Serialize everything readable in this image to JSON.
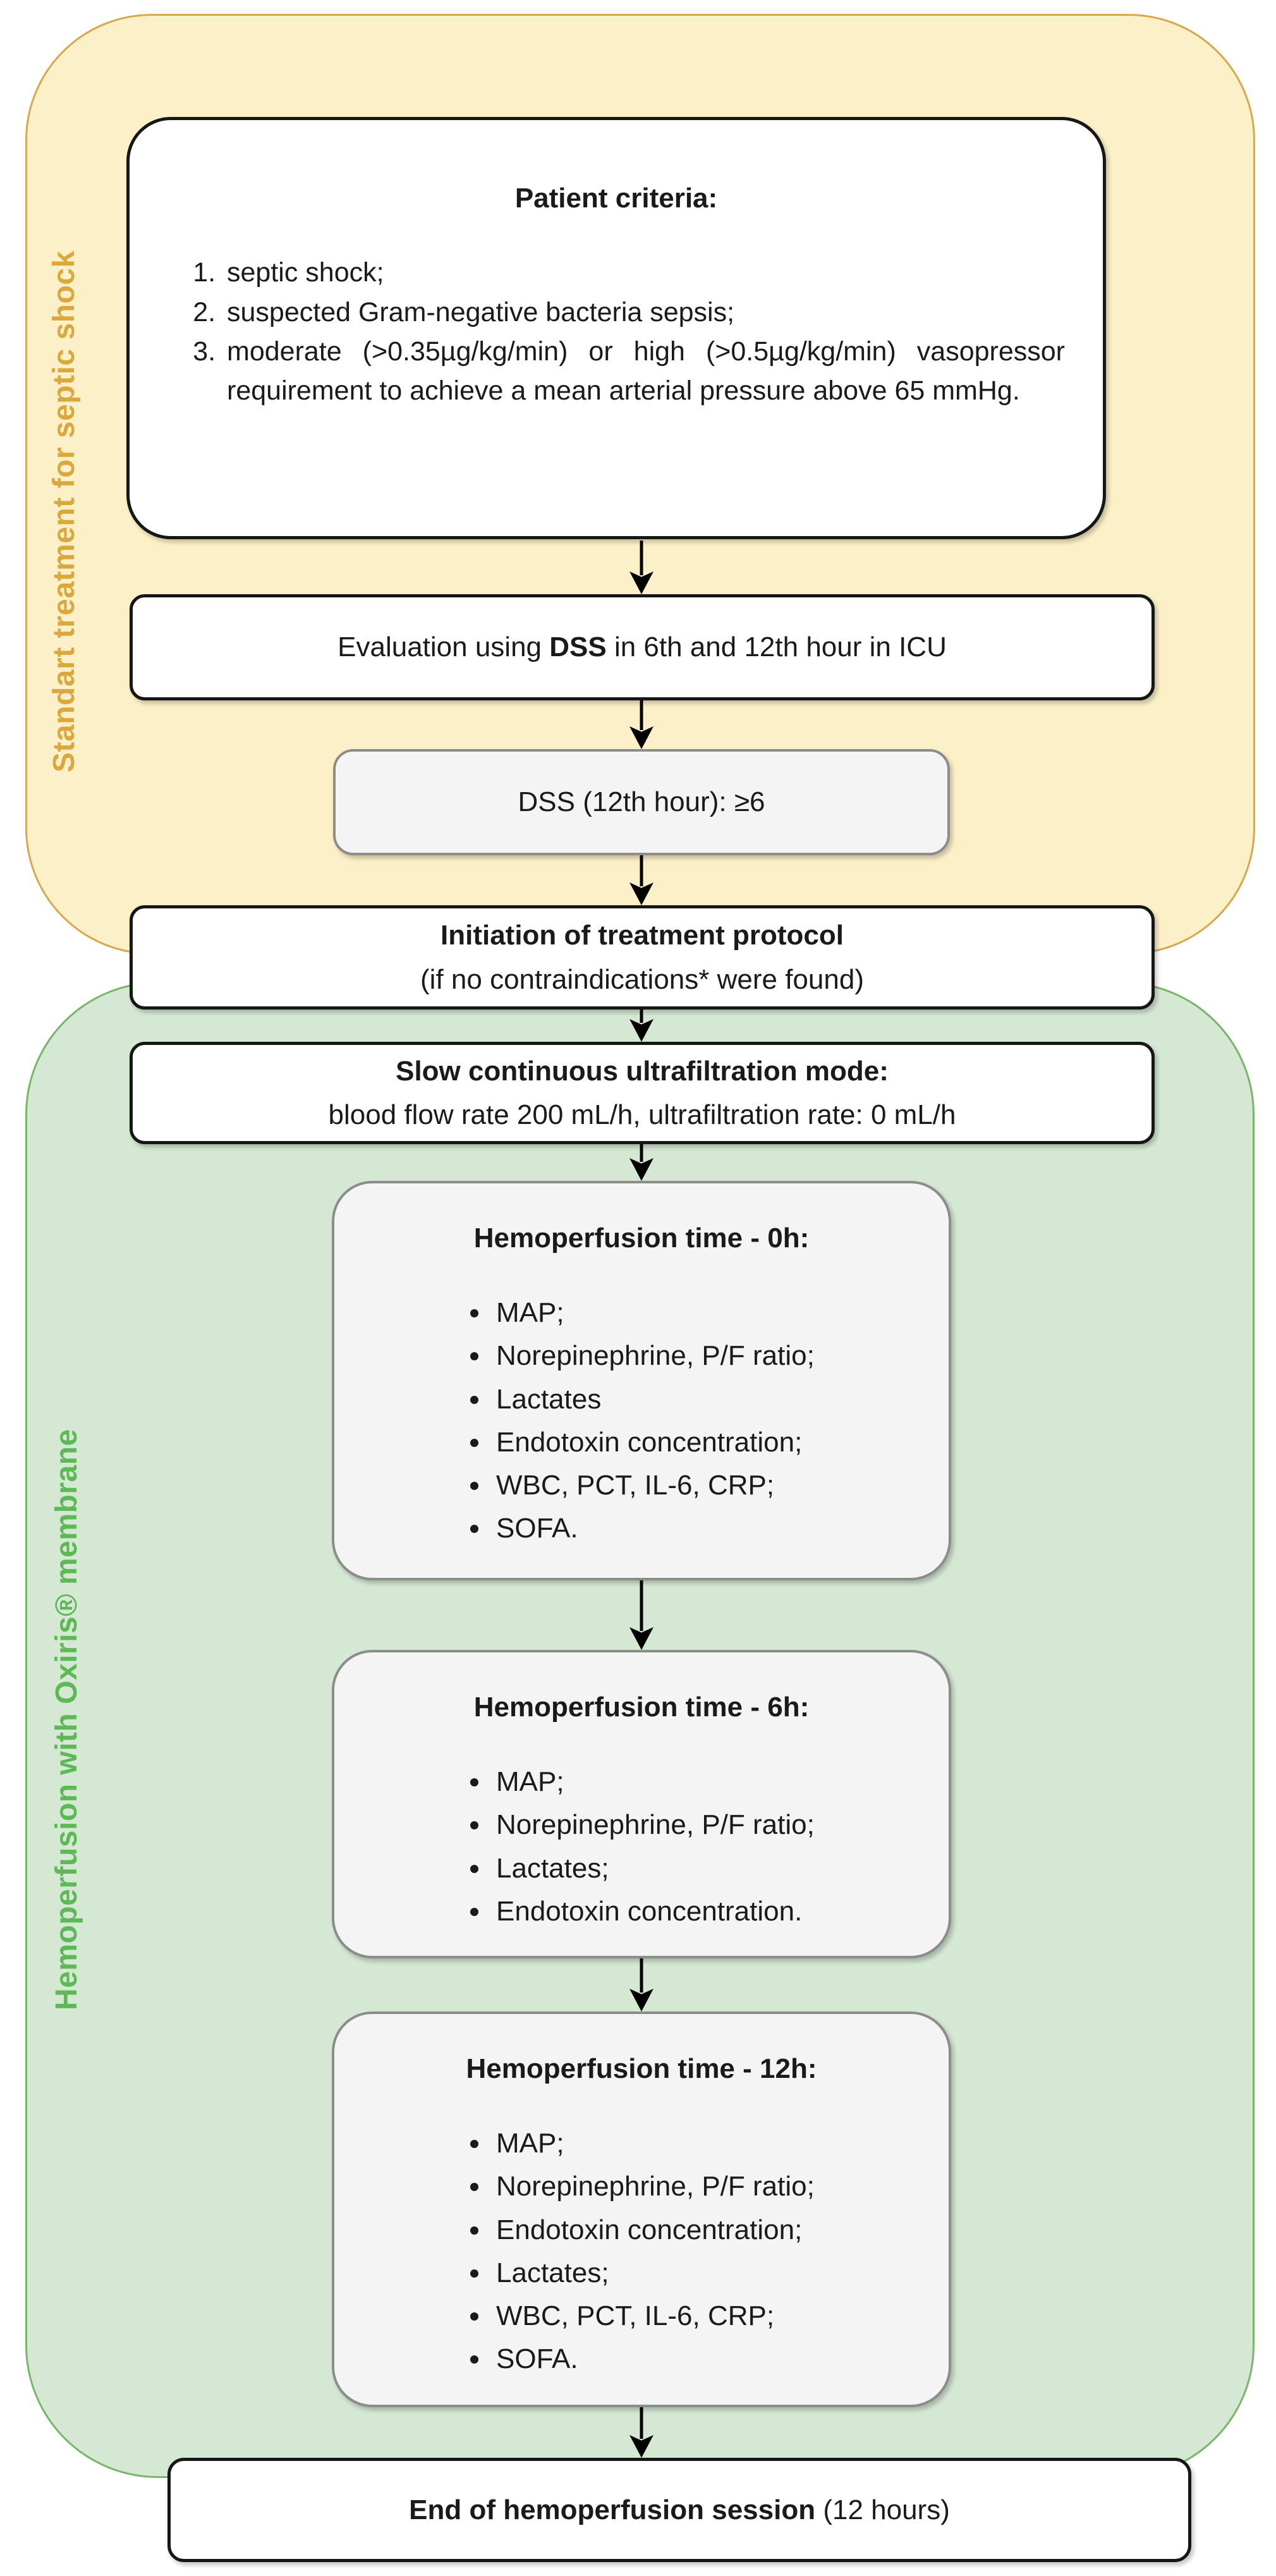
{
  "sections": {
    "standard": {
      "label": "Standart treatment for septic shock",
      "fill": "#FCF0C8",
      "border": "#D7A94C",
      "label_color": "#DBA83D"
    },
    "hemoperfusion": {
      "label": "Hemoperfusion with Oxiris® membrane",
      "fill": "#D4E8D3",
      "border": "#79B56A",
      "label_color": "#5CB956"
    }
  },
  "nodes": {
    "patient_criteria": {
      "title": "Patient criteria:",
      "items": [
        "septic shock;",
        "suspected Gram-negative bacteria sepsis;",
        "moderate (>0.35µg/kg/min) or high (>0.5µg/kg/min) vasopressor requirement to achieve a mean arterial pressure above 65 mmHg."
      ]
    },
    "evaluation": {
      "prefix": "Evaluation using ",
      "bold": "DSS",
      "suffix": " in 6th and 12th hour in ICU"
    },
    "dss_score": {
      "text": "DSS (12th hour): ≥6"
    },
    "initiation": {
      "line1": "Initiation of treatment protocol",
      "line2": "(if no contraindications* were found)"
    },
    "scuf": {
      "line1": "Slow continuous ultrafiltration mode:",
      "line2": "blood flow rate 200 mL/h, ultrafiltration rate: 0 mL/h"
    },
    "hp_0h": {
      "title": "Hemoperfusion time - 0h:",
      "items": [
        "MAP;",
        "Norepinephrine, P/F ratio;",
        "Lactates",
        "Endotoxin concentration;",
        "WBC, PCT, IL-6, CRP;",
        "SOFA."
      ]
    },
    "hp_6h": {
      "title": "Hemoperfusion time - 6h:",
      "items": [
        "MAP;",
        "Norepinephrine, P/F ratio;",
        "Lactates;",
        "Endotoxin concentration."
      ]
    },
    "hp_12h": {
      "title": "Hemoperfusion time - 12h:",
      "items": [
        "MAP;",
        "Norepinephrine, P/F ratio;",
        "Endotoxin concentration;",
        "Lactates;",
        "WBC, PCT, IL-6, CRP;",
        "SOFA."
      ]
    },
    "end_session": {
      "bold": "End of hemoperfusion session",
      "rest": " (12 hours)"
    }
  },
  "colors": {
    "node_border": "#161616",
    "gray_fill": "#F4F4F4",
    "gray_border": "#8C8C8C",
    "text": "#1A1A1A",
    "arrow": "#000000"
  }
}
